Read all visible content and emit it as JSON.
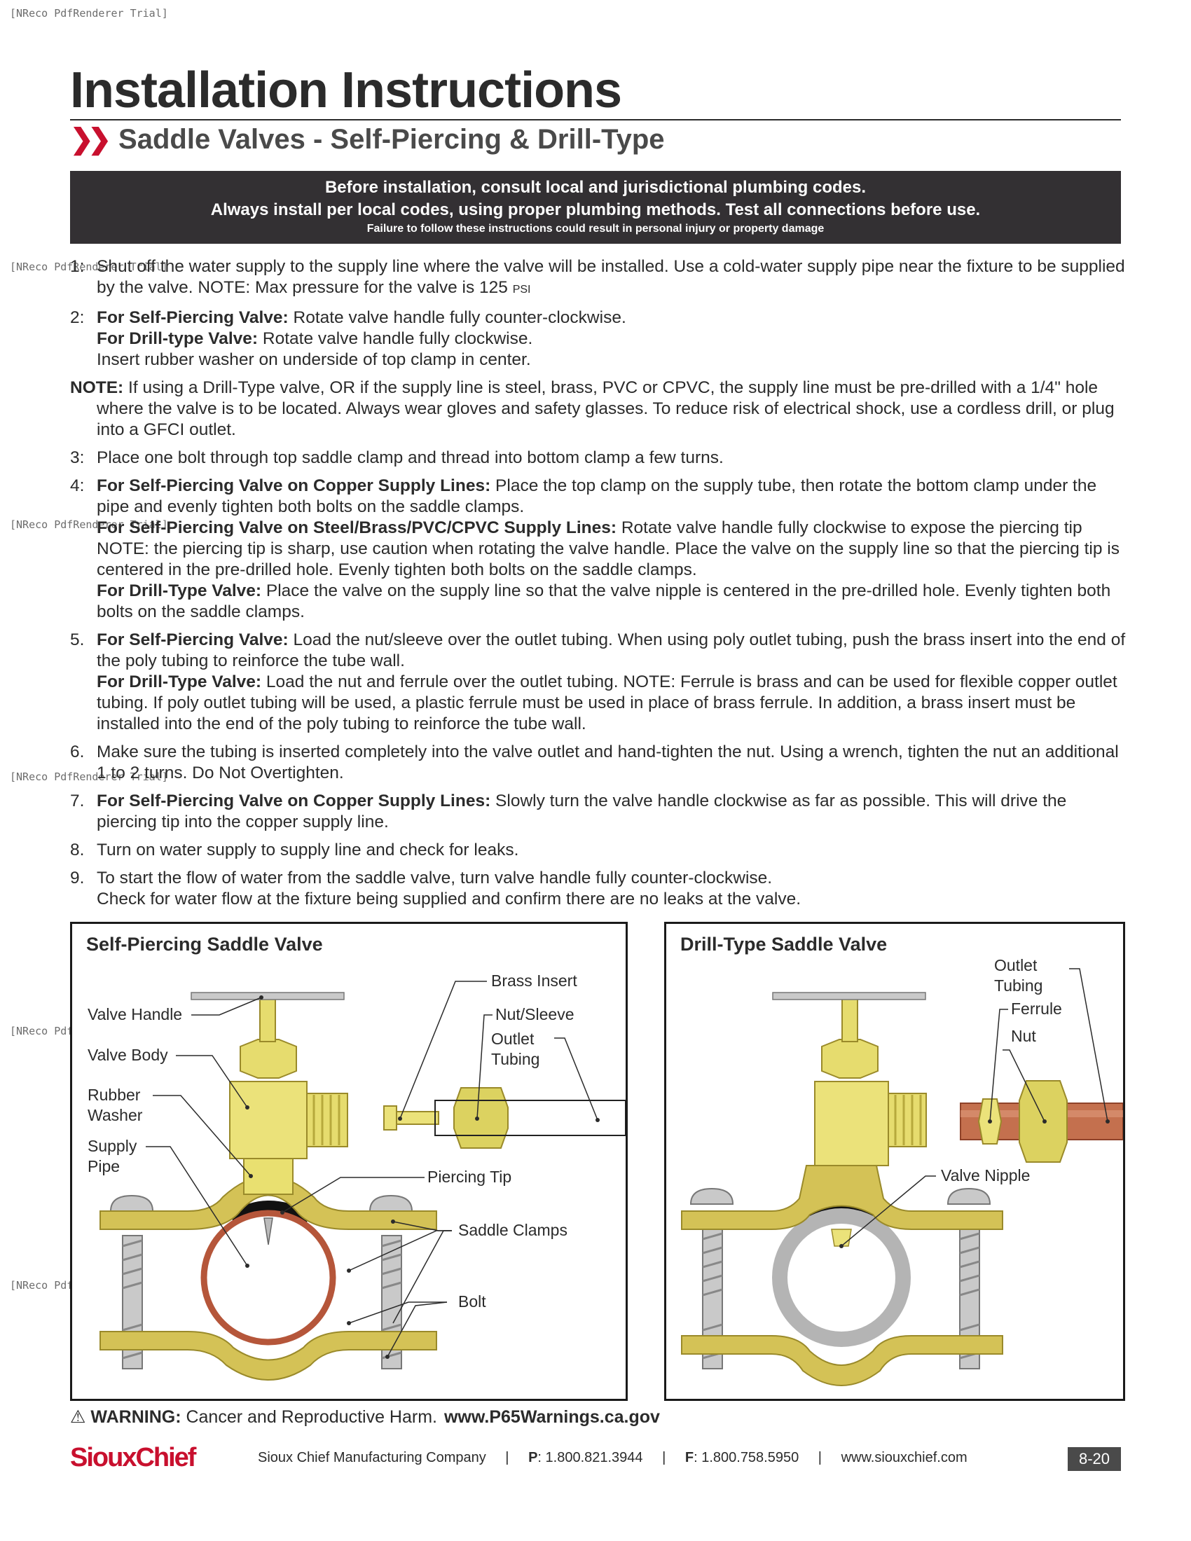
{
  "watermark": "[NReco PdfRenderer Trial]",
  "title": "Installation Instructions",
  "subtitle": "Saddle Valves - Self-Piercing & Drill-Type",
  "banner": {
    "line1": "Before installation, consult local and jurisdictional plumbing codes.",
    "line2": "Always install per local codes, using proper plumbing methods. Test all connections before use.",
    "line3": "Failure to follow these instructions could result in personal injury or property damage"
  },
  "steps": {
    "s1": {
      "num": "1:",
      "text": "Shut off the water supply to the supply line where the valve will be installed. Use a cold-water supply pipe near the fixture to be supplied by the valve. NOTE: Max pressure for the valve is 125 ",
      "unit": "PSI"
    },
    "s2": {
      "num": "2:",
      "b1": "For Self-Piercing Valve:",
      "t1": " Rotate valve handle fully counter-clockwise.",
      "b2": "For Drill-type Valve:",
      "t2": " Rotate valve handle fully clockwise.",
      "t3": "Insert rubber washer on underside of top clamp in center."
    },
    "note": {
      "label": "NOTE:",
      "text": " If using a Drill-Type valve, OR if the supply line is steel, brass, PVC or CPVC, the supply line must be pre-drilled with a 1/4\" hole where the valve is to be located. Always wear gloves and safety glasses. To reduce risk of electrical shock, use a cordless drill, or plug into a GFCI outlet."
    },
    "s3": {
      "num": "3:",
      "text": "Place one bolt through top saddle clamp and thread into bottom clamp a few turns."
    },
    "s4": {
      "num": "4:",
      "b1": "For Self-Piercing Valve on Copper Supply Lines:",
      "t1": " Place the top clamp on the supply tube, then rotate the bottom clamp under the pipe and evenly tighten both bolts on the saddle clamps.",
      "b2": "For Self-Piercing Valve on Steel/Brass/PVC/CPVC Supply Lines:",
      "t2": " Rotate valve handle fully clockwise to expose the piercing tip NOTE: the piercing tip is sharp, use caution when rotating the valve handle. Place the valve on the supply line so that the piercing tip is centered in the pre-drilled hole. Evenly tighten both bolts on the saddle clamps.",
      "b3": "For Drill-Type Valve:",
      "t3": " Place the valve on the supply line so that the valve nipple is centered in the pre-drilled hole. Evenly tighten both bolts on the saddle clamps."
    },
    "s5": {
      "num": "5.",
      "b1": "For Self-Piercing Valve:",
      "t1": " Load the nut/sleeve over the outlet tubing. When using poly outlet tubing, push the brass insert into the end of the poly tubing to reinforce the tube wall.",
      "b2": "For Drill-Type Valve:",
      "t2": " Load the nut and ferrule over the outlet tubing. NOTE: Ferrule is brass and can be used for flexible copper outlet tubing. If poly outlet tubing will be used, a plastic ferrule must be used in place of brass ferrule. In addition, a brass insert must be installed into the end of the poly tubing to reinforce the tube wall."
    },
    "s6": {
      "num": "6.",
      "text": "Make sure the tubing is inserted completely into the valve outlet and hand-tighten the nut. Using a wrench, tighten the nut an additional 1 to 2 turns. Do Not Overtighten."
    },
    "s7": {
      "num": "7.",
      "b1": "For Self-Piercing Valve on Copper Supply Lines:",
      "t1": " Slowly turn the valve handle clockwise as far as possible. This will drive the piercing tip into the copper supply line."
    },
    "s8": {
      "num": "8.",
      "text": "Turn on water supply to supply line and check for leaks."
    },
    "s9": {
      "num": "9.",
      "t1": "To start the flow of water from the saddle valve, turn valve handle fully counter-clockwise.",
      "t2": "Check for water flow at the fixture being supplied and confirm there are no leaks at the valve."
    }
  },
  "diagram1": {
    "title": "Self-Piercing Saddle Valve",
    "labels": {
      "valve_handle": "Valve Handle",
      "valve_body": "Valve Body",
      "rubber_washer": "Rubber\nWasher",
      "supply_pipe": "Supply\nPipe",
      "brass_insert": "Brass Insert",
      "nut_sleeve": "Nut/Sleeve",
      "outlet_tubing": "Outlet\nTubing",
      "piercing_tip": "Piercing Tip",
      "saddle_clamps": "Saddle Clamps",
      "bolt": "Bolt"
    }
  },
  "diagram2": {
    "title": "Drill-Type Saddle Valve",
    "labels": {
      "outlet_tubing": "Outlet\nTubing",
      "ferrule": "Ferrule",
      "nut": "Nut",
      "valve_nipple": "Valve Nipple"
    }
  },
  "warning": {
    "icon": "warning-triangle-icon",
    "label": "WARNING:",
    "text": " Cancer and Reproductive Harm.",
    "url": "www.P65Warnings.ca.gov"
  },
  "footer": {
    "logo": "SiouxChief",
    "company": "Sioux Chief Manufacturing Company",
    "sep": "|",
    "phone_label": "P",
    "phone": ": 1.800.821.3944",
    "fax_label": "F",
    "fax": ": 1.800.758.5950",
    "website": "www.siouxchief.com",
    "page": "8-20"
  },
  "colors": {
    "brand_red": "#c8102e",
    "banner_bg": "#333033",
    "brass": "#d4c256",
    "copper": "#b5563a"
  }
}
